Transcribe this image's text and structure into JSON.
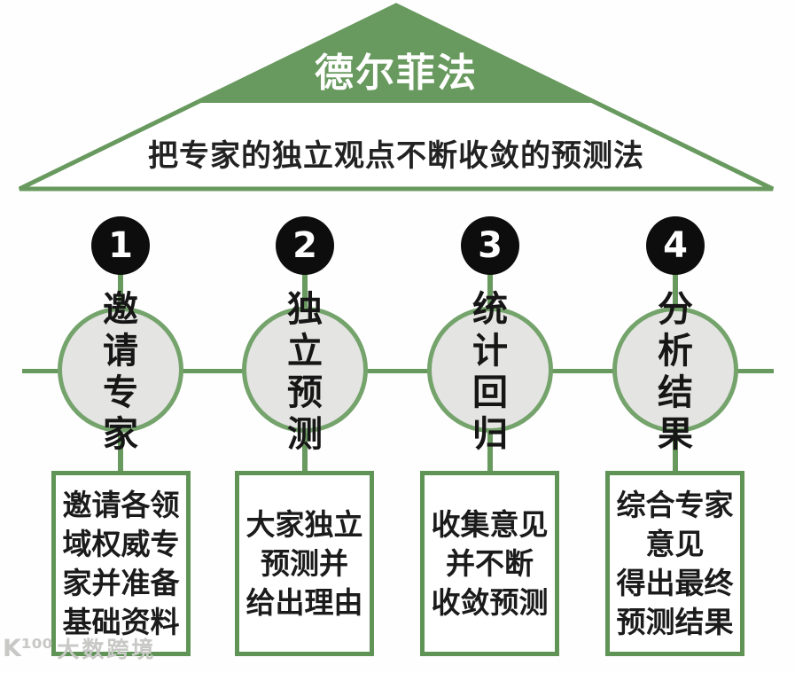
{
  "header": {
    "title": "德尔菲法",
    "subtitle": "把专家的独立观点不断收敛的预测法"
  },
  "steps": [
    {
      "number": "1",
      "label": "邀请专家",
      "detail": "邀请各领\n域权威专\n家并准备\n基础资料"
    },
    {
      "number": "2",
      "label": "独立预测",
      "detail": "大家独立\n预测并\n给出理由"
    },
    {
      "number": "3",
      "label": "统计回归",
      "detail": "收集意见\n并不断\n收敛预测"
    },
    {
      "number": "4",
      "label": "分析结果",
      "detail": "综合专家\n意见\n得出最终\n预测结果"
    }
  ],
  "watermark": {
    "logo": "K¹⁰⁰",
    "text": "大数跨境"
  },
  "colors": {
    "roof_green": "#68995e",
    "circle_border_green": "#74a36b",
    "box_border_green": "#5f9456",
    "circle_fill_gray": "#e4e4e2",
    "number_circle_black": "#0d0d0d",
    "title_text": "#ffffff",
    "body_text": "#1b1b1b"
  }
}
